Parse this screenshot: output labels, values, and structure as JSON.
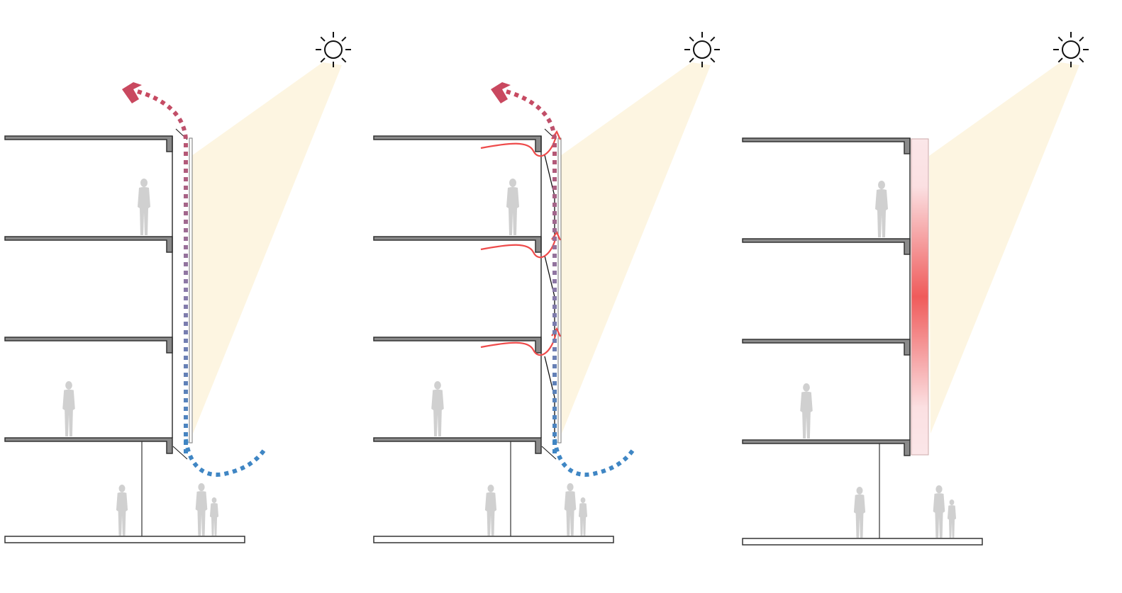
{
  "diagram": {
    "panels": [
      {
        "id": "stack-ventilation",
        "has_airflow": true,
        "has_room_exhaust": false,
        "has_heated_facade": false
      },
      {
        "id": "stack-ventilation-with-room-exhaust",
        "has_airflow": true,
        "has_room_exhaust": true,
        "has_heated_facade": false
      },
      {
        "id": "heated-double-facade",
        "has_airflow": false,
        "has_room_exhaust": false,
        "has_heated_facade": true
      }
    ],
    "icons": [
      "sun-icon",
      "person-silhouette-icon",
      "airflow-arrow-icon"
    ],
    "colors": {
      "slab": "#333333",
      "slab_fill": "#8a8a8a",
      "sunlight": "#fdf3dc",
      "warm_air": "#c9485f",
      "cool_air": "#3f86c4",
      "room_exhaust": "#ee4b4b",
      "heated_panel": "#ef5b5b",
      "person": "#d0d0d0"
    }
  }
}
